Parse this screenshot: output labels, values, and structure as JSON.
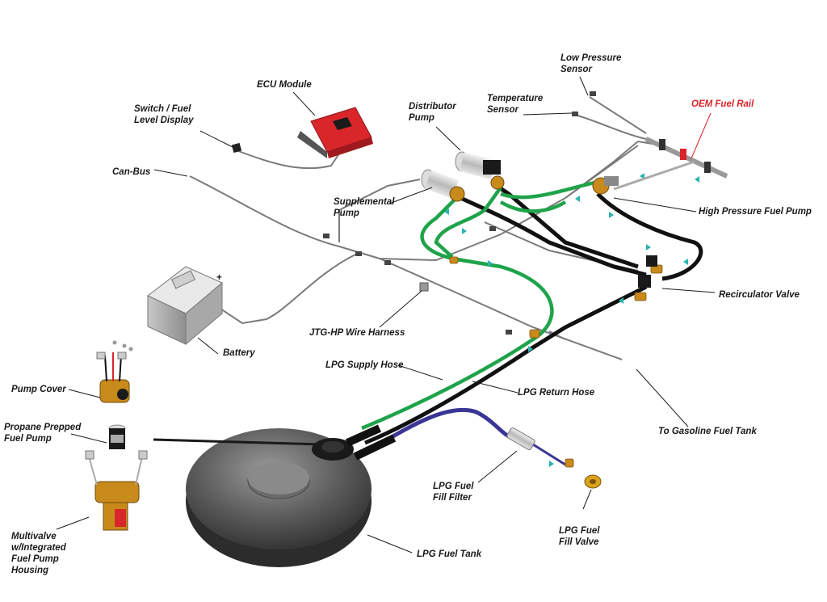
{
  "labels": {
    "low_pressure_sensor": [
      "Low Pressure",
      "Sensor"
    ],
    "temperature_sensor": [
      "Temperature",
      "Sensor"
    ],
    "oem_fuel_rail": "OEM Fuel Rail",
    "ecu_module": "ECU Module",
    "switch_fuel_level_display": [
      "Switch / Fuel",
      "Level Display"
    ],
    "distributor_pump": [
      "Distributor",
      "Pump"
    ],
    "can_bus": "Can-Bus",
    "supplemental_pump": [
      "Supplemental",
      "Pump"
    ],
    "high_pressure_fuel_pump": "High Pressure Fuel Pump",
    "recirculator_valve": "Recirculator Valve",
    "battery": "Battery",
    "jtg_hp_wire_harness": "JTG-HP Wire Harness",
    "lpg_supply_hose": "LPG Supply Hose",
    "lpg_return_hose": "LPG Return Hose",
    "pump_cover": "Pump Cover",
    "to_gasoline_fuel_tank": "To Gasoline Fuel Tank",
    "propane_prepped_fuel_pump": [
      "Propane Prepped",
      "Fuel Pump"
    ],
    "lpg_fuel_fill_filter": [
      "LPG Fuel",
      "Fill Filter"
    ],
    "lpg_fuel_fill_valve": [
      "LPG Fuel",
      "Fill Valve"
    ],
    "multivalve": [
      "Multivalve",
      "w/Integrated",
      "Fuel Pump",
      "Housing"
    ],
    "lpg_fuel_tank": "LPG Fuel Tank",
    "battery_plus": "+"
  },
  "colors": {
    "supply_hose": "#1fa34a",
    "return_hose": "#111111",
    "fill_hose": "#3b3596",
    "wire": "#777777",
    "flow_arrow": "#2ab5b0",
    "ecu": "#d9262a",
    "fitting": "#c98a1c",
    "oem_label": "#d9262a"
  }
}
